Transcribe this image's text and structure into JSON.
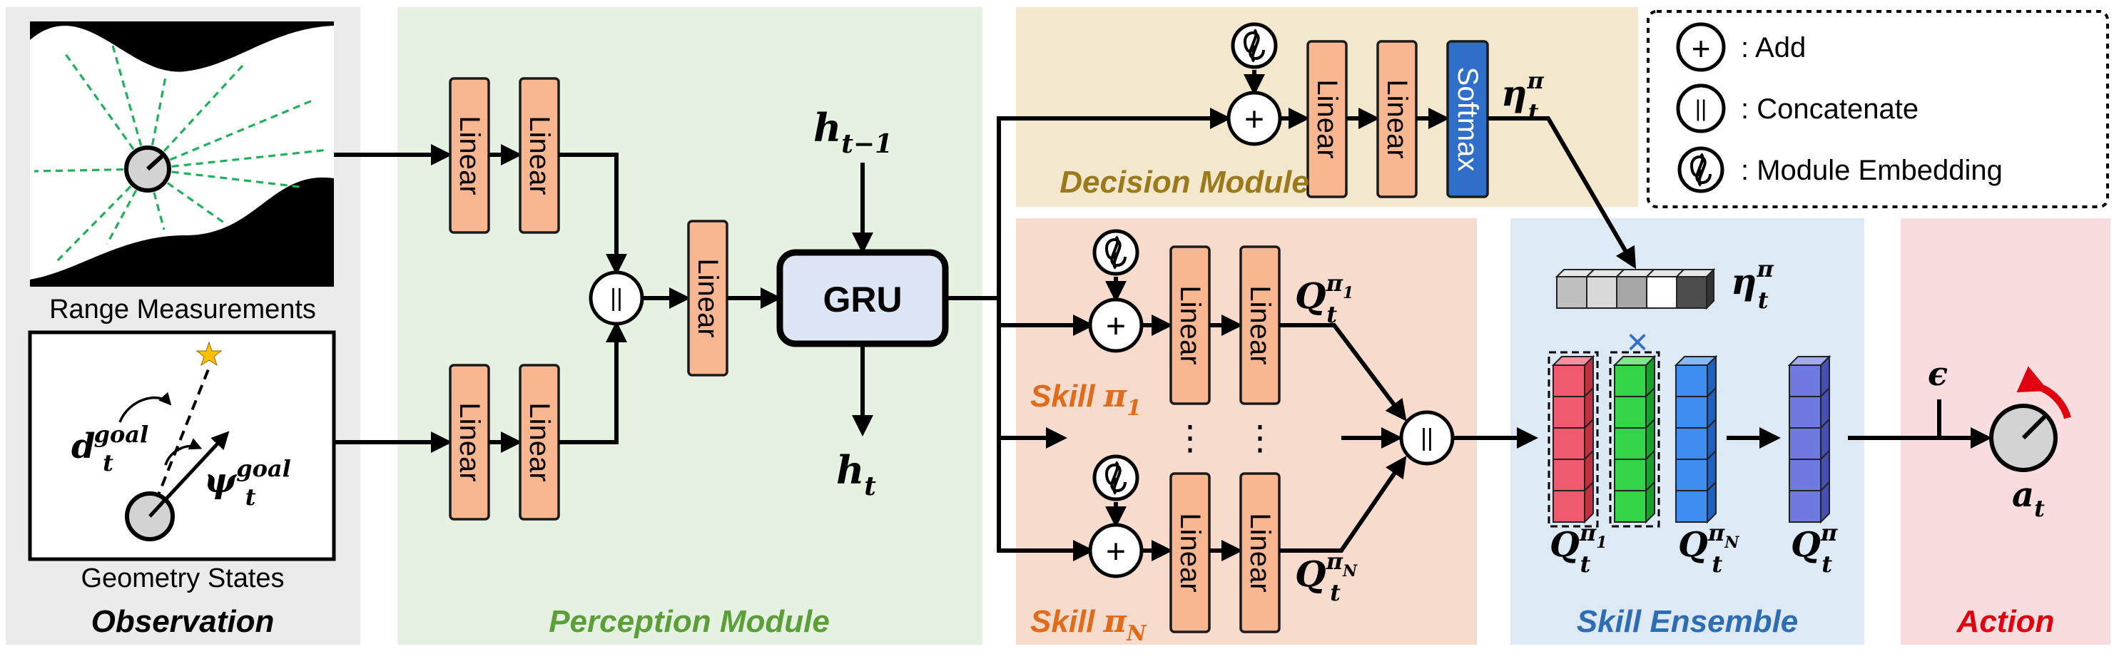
{
  "observation": {
    "title": "Observation",
    "range_caption": "Range Measurements",
    "geometry_caption": "Geometry States",
    "d_goal": {
      "base": "d",
      "sub": "t",
      "sup": "goal"
    },
    "psi_goal": {
      "base": "ψ",
      "sub": "t",
      "sup": "goal"
    }
  },
  "perception": {
    "title": "Perception Module",
    "linear_label": "Linear",
    "gru_label": "GRU",
    "h_prev": {
      "base": "h",
      "sub": "t−1"
    },
    "h_t": {
      "base": "h",
      "sub": "t"
    }
  },
  "decision": {
    "title": "Decision Module",
    "linear_label": "Linear",
    "softmax_label": "Softmax",
    "eta": {
      "base": "η",
      "sub": "t",
      "sup": "π"
    }
  },
  "skills": {
    "linear_label": "Linear",
    "skill1_title": {
      "text": "Skill ",
      "pi": "π",
      "sub": "1"
    },
    "skillN_title": {
      "text": "Skill ",
      "pi": "π",
      "sub": "N"
    },
    "q1": {
      "base": "Q",
      "sub": "t",
      "sup": "π",
      "supsub": "1"
    },
    "qN": {
      "base": "Q",
      "sub": "t",
      "sup": "π",
      "supsub": "N"
    },
    "dots": "⋮"
  },
  "ensemble": {
    "title": "Skill Ensemble",
    "times": "×",
    "eta": {
      "base": "η",
      "sub": "t",
      "sup": "π"
    },
    "q1": {
      "base": "Q",
      "sub": "t",
      "sup": "π",
      "supsub": "1"
    },
    "qN": {
      "base": "Q",
      "sub": "t",
      "sup": "π",
      "supsub": "N"
    },
    "q": {
      "base": "Q",
      "sub": "t",
      "sup": "π"
    }
  },
  "action": {
    "title": "Action",
    "epsilon": "ϵ",
    "a_t": {
      "base": "a",
      "sub": "t"
    }
  },
  "legend": {
    "add_label": ": Add",
    "concat_label": ": Concatenate",
    "embed_label": ": Module Embedding",
    "add_symbol": "+",
    "concat_symbol": "||"
  },
  "colors": {
    "observation_bg": "#ebebeb",
    "perception_bg": "#e6f2e1",
    "decision_bg": "#f3e7cd",
    "skill_bg": "#f7dccd",
    "ensemble_bg": "#dde9f5",
    "action_bg": "#f9dcde",
    "perception_title": "#5b9e3a",
    "decision_title": "#9a7a1a",
    "skill_title": "#e06b1a",
    "ensemble_title": "#2f6db3",
    "action_title": "#e0000f",
    "linear": "#f9b791",
    "softmax": "#2f6fc9",
    "gru": "#dde6f4"
  }
}
